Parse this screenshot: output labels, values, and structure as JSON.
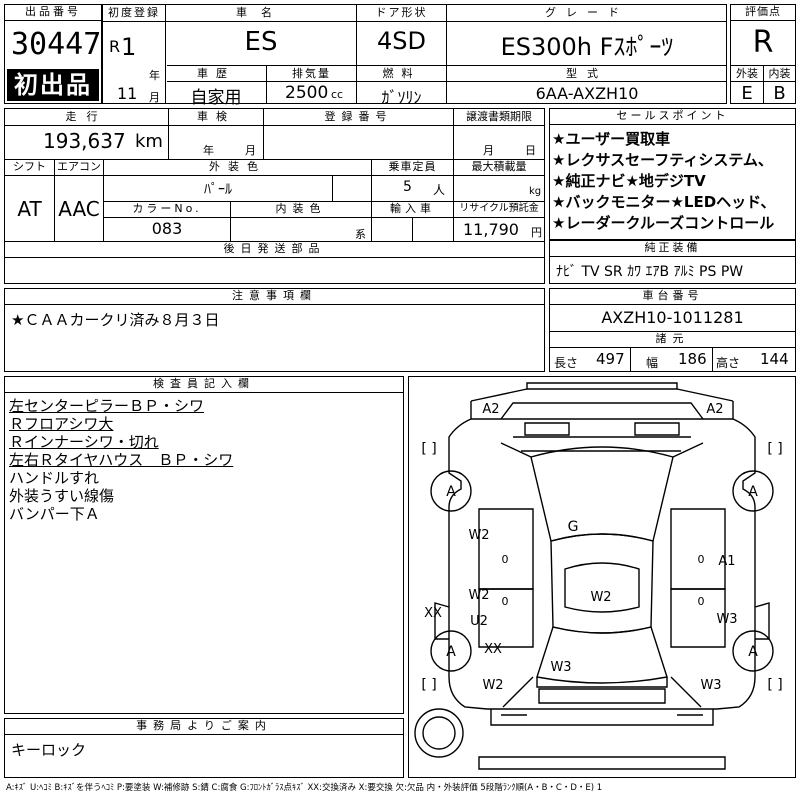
{
  "header": {
    "lot_label": "出品番号",
    "lot_number": "30447",
    "first_time_badge": "初出品",
    "first_reg_label": "初度登録",
    "era_prefix": "R",
    "era_year": "1",
    "year_unit": "年",
    "month_value": "11",
    "month_unit": "月",
    "car_name_label": "車名",
    "car_name": "ES",
    "door_label": "ドア形状",
    "door_value": "4SD",
    "grade_label": "グレード",
    "grade_value": "ES300h Fｽﾎﾟｰﾂ",
    "score_label": "評価点",
    "score_value": "R",
    "history_label": "車歴",
    "history_value": "自家用",
    "displacement_label": "排気量",
    "displacement_value": "2500",
    "displacement_unit": "cc",
    "fuel_label": "燃料",
    "fuel_value": "ｶﾞｿﾘﾝ",
    "model_label": "型式",
    "model_value": "6AA-AXZH10",
    "exterior_label": "外装",
    "exterior_value": "E",
    "interior_label": "内装",
    "interior_value": "B"
  },
  "details": {
    "mileage_label": "走行",
    "mileage_value": "193,637",
    "mileage_unit": "km",
    "inspection_label": "車検",
    "inspection_year_unit": "年",
    "inspection_month_unit": "月",
    "regno_label": "登録番号",
    "transfer_label": "譲渡書類期限",
    "transfer_month_unit": "月",
    "transfer_day_unit": "日",
    "shift_label": "シフト",
    "shift_value": "AT",
    "ac_label": "エアコン",
    "ac_value": "AAC",
    "ext_color_label": "外装色",
    "ext_color_value": "ﾊﾟｰﾙ",
    "capacity_label": "乗車定員",
    "capacity_value": "5",
    "capacity_unit": "人",
    "load_label": "最大積載量",
    "load_unit": "kg",
    "color_no_label": "カラーNo.",
    "color_no_value": "083",
    "int_color_label": "内装色",
    "int_color_unit": "系",
    "import_label": "輸入車",
    "recycle_label": "リサイクル預託金",
    "recycle_value": "11,790",
    "recycle_unit": "円",
    "later_parts_label": "後日発送部品"
  },
  "selling_points": {
    "title": "セールスポイント",
    "lines": [
      "★ユーザー買取車",
      "★レクサスセーフティシステム、",
      "★純正ナビ★地デジTV",
      "★バックモニター★LEDヘッド、",
      "★レーダークルーズコントロール"
    ]
  },
  "equipment": {
    "title": "純正装備",
    "items": "ﾅﾋﾞ TV SR ｶﾜ ｴｱB ｱﾙﾐ PS PW"
  },
  "notes": {
    "title": "注意事項欄",
    "text": "★ＣＡＡカークリ済み８月３日"
  },
  "chassis": {
    "title": "車台番号",
    "value": "AXZH10-1011281",
    "spec_title": "諸元",
    "length_label": "長さ",
    "length_value": "497",
    "width_label": "幅",
    "width_value": "186",
    "height_label": "高さ",
    "height_value": "144"
  },
  "inspector": {
    "title": "検査員記入欄",
    "lines": [
      {
        "text": "左センターピラーＢＰ・シワ",
        "underline": true
      },
      {
        "text": "Ｒフロアシワ大",
        "underline": true
      },
      {
        "text": "Ｒインナーシワ・切れ",
        "underline": true
      },
      {
        "text": "左右Ｒタイヤハウス　ＢＰ・シワ",
        "underline": true
      },
      {
        "text": "ハンドルすれ",
        "underline": false
      },
      {
        "text": "外装うすい線傷",
        "underline": false
      },
      {
        "text": "バンパー下Ａ",
        "underline": false
      }
    ]
  },
  "office": {
    "title": "事務局よりご案内",
    "text": "キーロック"
  },
  "diagram_labels": {
    "a2_left": "A2",
    "a2_right": "A2",
    "bracket": "[ ]",
    "tire_a": "A",
    "g": "G",
    "w2": "W2",
    "a1": "A1",
    "u2": "U2",
    "w3": "W3",
    "xx": "XX",
    "zero": "0"
  },
  "legend": "A:ｷｽﾞ U:ﾍｺﾐ B:ｷｽﾞを伴うﾍｺﾐ P:要塗装 W:補修跡 S:錆 C:腐食 G:ﾌﾛﾝﾄｶﾞﾗｽ点ｷｽﾞ XX:交換済み X:要交換 欠:欠品 内・外装評価 5段階ﾗﾝｸ順(A・B・C・D・E) 1"
}
